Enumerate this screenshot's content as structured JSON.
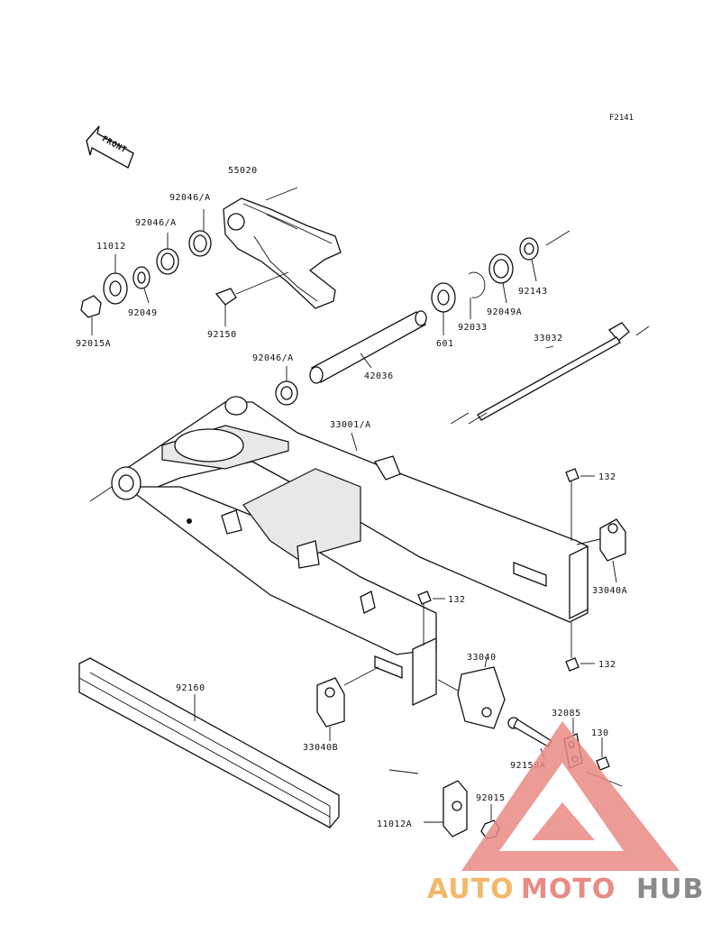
{
  "figure_id": "F2141",
  "front_label": "FRONT",
  "labels": {
    "p55020": "55020",
    "p92046a_top": "92046/A",
    "p92046a_mid": "92046/A",
    "p11012": "11012",
    "p92049": "92049",
    "p92015a": "92015A",
    "p92150": "92150",
    "p92143": "92143",
    "p92049a": "92049A",
    "p92033": "92033",
    "p601": "601",
    "p42036": "42036",
    "p92046a_low": "92046/A",
    "p33032": "33032",
    "p33001a": "33001/A",
    "p132_a": "132",
    "p33040a": "33040A",
    "p132_b": "132",
    "p132_c": "132",
    "p33040": "33040",
    "p32085": "32085",
    "p130": "130",
    "p92150a": "92150A",
    "p92160": "92160",
    "p33040b": "33040B",
    "p92015": "92015",
    "p11012a": "11012A"
  },
  "watermark": {
    "part1": "AUTO",
    "part2": "MOTO",
    "part3": "HUB",
    "colors": {
      "triangle": "#e98a84",
      "auto": "#f2b86b",
      "moto": "#e98a84",
      "hub": "#8a8a8a"
    }
  }
}
